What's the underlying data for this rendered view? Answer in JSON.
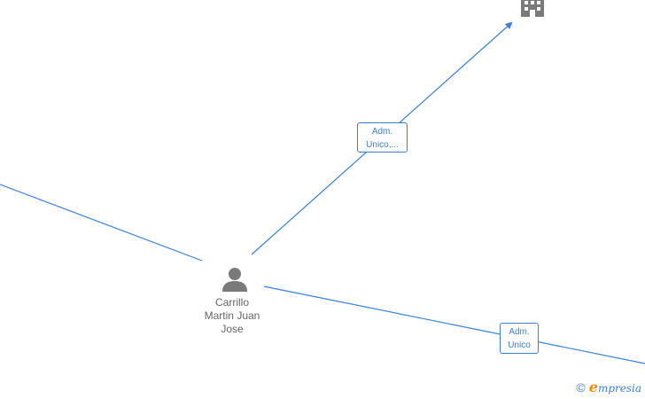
{
  "graph": {
    "person": {
      "name_lines": [
        "Carrillo",
        "Martin Juan",
        "Jose"
      ]
    },
    "edges": [
      {
        "id": "to-company",
        "label_lines": [
          "Adm.",
          "Unico,..."
        ]
      },
      {
        "id": "to-offscreen-right",
        "label_lines": [
          "Adm.",
          "Unico"
        ]
      }
    ]
  },
  "colors": {
    "edge": "#3a7fd5",
    "icon": "#7a7a7a",
    "text": "#666666",
    "brand_accent": "#f28c00"
  },
  "footer": {
    "copyright_symbol": "©",
    "brand_initial": "e",
    "brand_rest": "mpresia"
  }
}
